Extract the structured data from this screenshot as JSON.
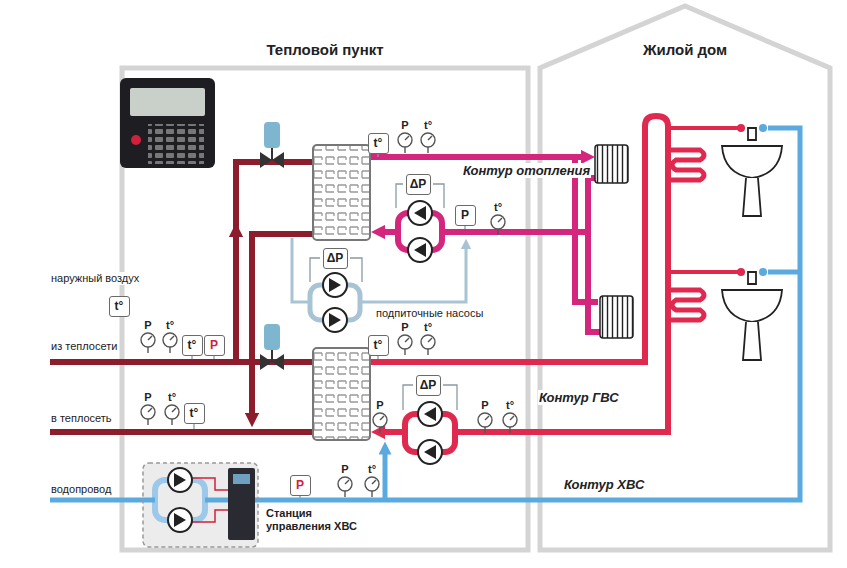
{
  "diagram": {
    "nodes": [
      {
        "text": [
          "Тепловой пункт"
        ]
      },
      {
        "text": [
          "Жилой дом"
        ]
      },
      {
        "text": [
          "t°"
        ],
        "in": 0
      },
      {
        "text": [
          "ΔP"
        ],
        "in": 0
      },
      {
        "text": [
          "P"
        ],
        "in": 0
      },
      {
        "text": [
          "ΔP"
        ],
        "in": 0
      },
      {
        "text": [
          "t°"
        ]
      },
      {
        "text": [
          "t°"
        ],
        "in": 0
      },
      {
        "text": [
          "P"
        ],
        "in": 0
      },
      {
        "text": [
          "t°"
        ],
        "in": 0
      },
      {
        "text": [
          "t°"
        ],
        "in": 0
      },
      {
        "text": [
          "ΔP"
        ],
        "in": 0
      },
      {
        "text": [
          "P"
        ],
        "in": 0
      }
    ],
    "labels": [
      "Контур отопления",
      "подпиточные насосы",
      "Контур ГВС",
      "Контур ХВС",
      "Станция управления ХВС",
      "наружный воздух",
      "из теплосети",
      "в теплосеть",
      "водопровод",
      "P",
      "t°",
      "t°",
      "P",
      "t°",
      "P",
      "t°",
      "P",
      "t°",
      "P",
      "P",
      "t°",
      "P",
      "t°"
    ]
  }
}
